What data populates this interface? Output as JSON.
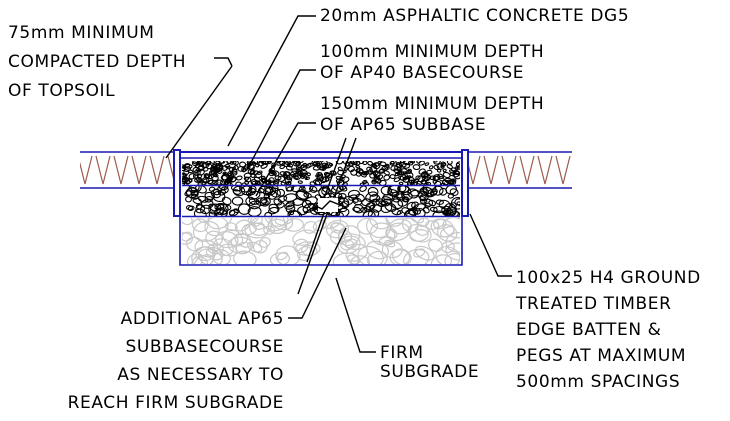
{
  "labels": {
    "topsoil": [
      "75mm MINIMUM",
      "COMPACTED DEPTH",
      "OF TOPSOIL"
    ],
    "asphalt": "20mm ASPHALTIC CONCRETE DG5",
    "basecourse": [
      "100mm MINIMUM DEPTH",
      "OF AP40 BASECOURSE"
    ],
    "subbase": [
      "150mm MINIMUM DEPTH",
      "OF AP65 SUBBASE"
    ],
    "timber": [
      "100x25 H4 GROUND",
      "TREATED TIMBER",
      "EDGE BATTEN &",
      "PEGS AT MAXIMUM",
      "500mm SPACINGS"
    ],
    "additional": [
      "ADDITIONAL AP65",
      "SUBBASECOURSE",
      "AS NECESSARY TO",
      "REACH FIRM SUBGRADE"
    ],
    "subgrade": [
      "FIRM",
      "SUBGRADE"
    ]
  },
  "colors": {
    "outline": "#1a1ab4",
    "hatch": "#9b5a4a",
    "leader": "#000000",
    "aggregate": "#000000",
    "fill_pale": "#c8c8c8"
  }
}
